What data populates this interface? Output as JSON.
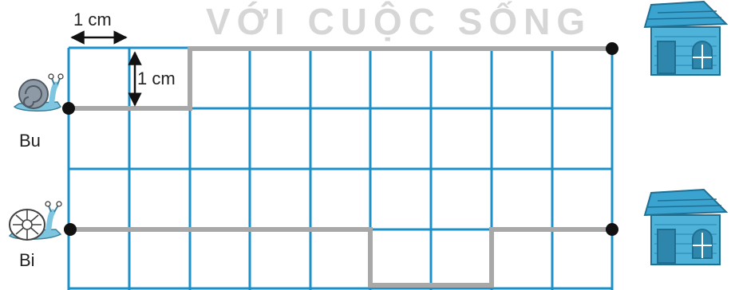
{
  "watermark": "VỚI CUỘC SỐNG",
  "measure": {
    "horizontal": "1 cm",
    "vertical": "1 cm"
  },
  "snails": [
    {
      "name": "Bu",
      "icon": "snail-icon"
    },
    {
      "name": "Bi",
      "icon": "snail-icon"
    }
  ],
  "houses": [
    {
      "icon": "house-icon"
    },
    {
      "icon": "house-icon"
    }
  ],
  "grid": {
    "columns": 9,
    "rows": 4,
    "cell_unit": "1 cm",
    "color": "#1e90c8"
  },
  "paths": {
    "color": "#a8a8a8",
    "bu": {
      "route": "right 2, up 1, right 7",
      "length_cm": 10
    },
    "bi": {
      "route": "right 5, down 1, right 2, up 1, right 2",
      "length_cm": 11
    }
  },
  "colors": {
    "grid": "#1e90c8",
    "path": "#a8a8a8",
    "dot": "#111111",
    "house": "#4fb3d9",
    "snail_shell": "#8e9aa6",
    "snail_body": "#7ec6e0"
  }
}
